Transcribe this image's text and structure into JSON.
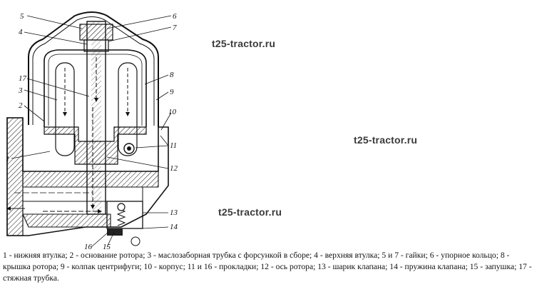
{
  "watermarks": [
    "t25-tractor.ru",
    "t25-tractor.ru",
    "t25-tractor.ru"
  ],
  "callouts": [
    "1",
    "2",
    "3",
    "4",
    "5",
    "6",
    "7",
    "8",
    "9",
    "10",
    "11",
    "12",
    "13",
    "14",
    "15",
    "16",
    "17"
  ],
  "caption": "1 - нижняя втулка; 2 - основание ротора; 3 - маслозаборная трубка с форсункой в сборе; 4 - верхняя втулка; 5 и 7 - гайки; 6 - упорное кольцо; 8 - крышка ротора; 9 - колпак центрифуги; 10 - корпус; 11 и 16 - прокладки; 12 - ось ротора; 13 - шарик клапана; 14 - пружина клапана; 15 - запушка; 17 - стяжная трубка."
}
